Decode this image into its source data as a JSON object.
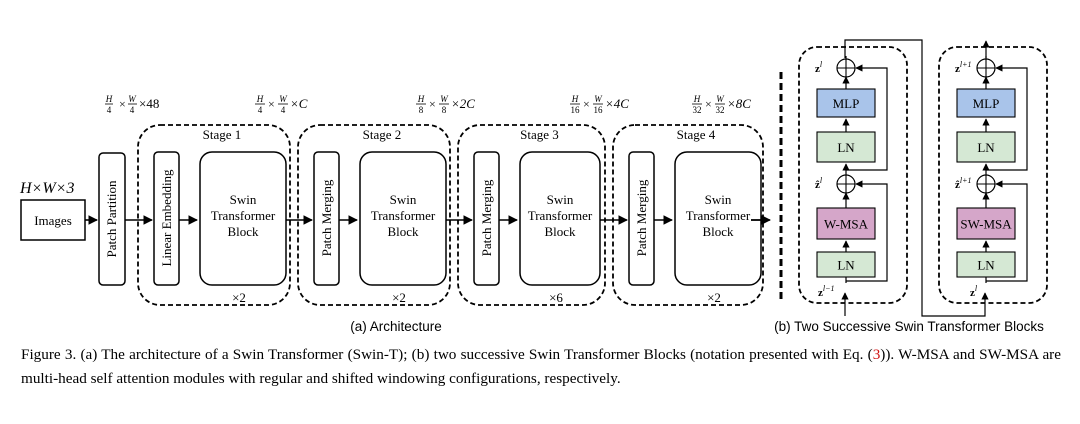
{
  "input": {
    "dim": "H×W×3",
    "label": "Images"
  },
  "patch_partition": {
    "label": "Patch Partition",
    "dim_num1": "H",
    "dim_den1": "4",
    "dim_num2": "W",
    "dim_den2": "4",
    "dim_tail": "×48"
  },
  "stages": [
    {
      "title": "Stage 1",
      "op": "Linear Embedding",
      "block": [
        "Swin",
        "Transformer",
        "Block"
      ],
      "repeat": "×2",
      "dim_num1": "H",
      "dim_den1": "4",
      "dim_num2": "W",
      "dim_den2": "4",
      "dim_tail": "×C"
    },
    {
      "title": "Stage 2",
      "op": "Patch Merging",
      "block": [
        "Swin",
        "Transformer",
        "Block"
      ],
      "repeat": "×2",
      "dim_num1": "H",
      "dim_den1": "8",
      "dim_num2": "W",
      "dim_den2": "8",
      "dim_tail": "×2C"
    },
    {
      "title": "Stage 3",
      "op": "Patch Merging",
      "block": [
        "Swin",
        "Transformer",
        "Block"
      ],
      "repeat": "×6",
      "dim_num1": "H",
      "dim_den1": "16",
      "dim_num2": "W",
      "dim_den2": "16",
      "dim_tail": "×4C"
    },
    {
      "title": "Stage 4",
      "op": "Patch Merging",
      "block": [
        "Swin",
        "Transformer",
        "Block"
      ],
      "repeat": "×2",
      "dim_num1": "H",
      "dim_den1": "32",
      "dim_num2": "W",
      "dim_den2": "32",
      "dim_tail": "×8C"
    }
  ],
  "blocks": [
    {
      "mlp": "MLP",
      "ln_top": "LN",
      "attn": "W-MSA",
      "ln_bottom": "LN",
      "z_out": "z",
      "z_out_sup": "l",
      "z_mid": "ẑ",
      "z_mid_sup": "l",
      "z_in": "z",
      "z_in_sup": "l−1"
    },
    {
      "mlp": "MLP",
      "ln_top": "LN",
      "attn": "SW-MSA",
      "ln_bottom": "LN",
      "z_out": "z",
      "z_out_sup": "l+1",
      "z_mid": "ẑ",
      "z_mid_sup": "l+1",
      "z_in": "z",
      "z_in_sup": "l"
    }
  ],
  "subcaptions": {
    "a": "(a) Architecture",
    "b": "(b) Two Successive Swin Transformer Blocks"
  },
  "caption": {
    "part1": "Figure 3. (a) The architecture of a Swin Transformer (Swin-T); (b) two successive Swin Transformer Blocks (notation presented with Eq. (",
    "ref": "3",
    "part2": ")). W-MSA and SW-MSA are multi-head self attention modules with regular and shifted windowing configurations, respectively."
  },
  "colors": {
    "mlp": "#a9c4ea",
    "ln": "#d5e8d4",
    "attn": "#d5a6c9",
    "caption_ref": "#d01010"
  }
}
